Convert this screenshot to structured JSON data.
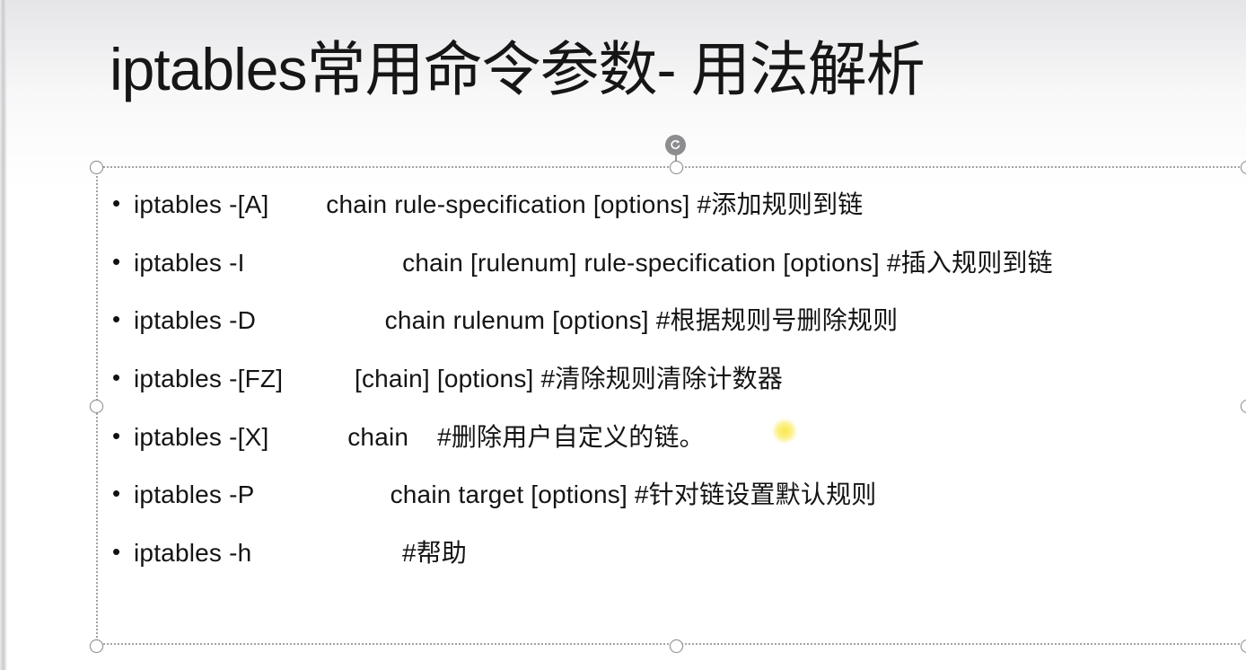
{
  "slide": {
    "title": "iptables常用命令参数- 用法解析"
  },
  "textbox": {
    "bullet_char": "•",
    "items": [
      "iptables -[A]        chain rule-specification [options] #添加规则到链",
      "iptables -I                      chain [rulenum] rule-specification [options] #插入规则到链",
      "iptables -D                  chain rulenum [options] #根据规则号删除规则",
      "iptables -[FZ]          [chain] [options] #清除规则清除计数器",
      "iptables -[X]           chain    #删除用户自定义的链。",
      "iptables -P                   chain target [options] #针对链设置默认规则",
      "iptables -h                     #帮助"
    ]
  },
  "icons": {
    "rotate_glyph": "↻"
  }
}
